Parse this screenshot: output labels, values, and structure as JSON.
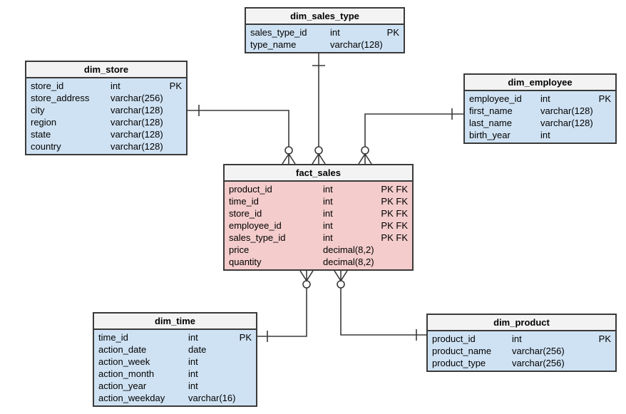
{
  "colors": {
    "background": "#ffffff",
    "dimension_fill": "#cfe2f3",
    "fact_fill": "#f4cccc",
    "header_fill": "#f3f3f3",
    "border": "#3a3a3a",
    "connector": "#3a3a3a"
  },
  "diagram": {
    "tables": [
      {
        "id": "dim_sales_type",
        "title": "dim_sales_type",
        "kind": "dimension",
        "columns": [
          {
            "name": "sales_type_id",
            "type": "int",
            "key": "PK"
          },
          {
            "name": "type_name",
            "type": "varchar(128)",
            "key": ""
          }
        ]
      },
      {
        "id": "dim_store",
        "title": "dim_store",
        "kind": "dimension",
        "columns": [
          {
            "name": "store_id",
            "type": "int",
            "key": "PK"
          },
          {
            "name": "store_address",
            "type": "varchar(256)",
            "key": ""
          },
          {
            "name": "city",
            "type": "varchar(128)",
            "key": ""
          },
          {
            "name": "region",
            "type": "varchar(128)",
            "key": ""
          },
          {
            "name": "state",
            "type": "varchar(128)",
            "key": ""
          },
          {
            "name": "country",
            "type": "varchar(128)",
            "key": ""
          }
        ]
      },
      {
        "id": "dim_employee",
        "title": "dim_employee",
        "kind": "dimension",
        "columns": [
          {
            "name": "employee_id",
            "type": "int",
            "key": "PK"
          },
          {
            "name": "first_name",
            "type": "varchar(128)",
            "key": ""
          },
          {
            "name": "last_name",
            "type": "varchar(128)",
            "key": ""
          },
          {
            "name": "birth_year",
            "type": "int",
            "key": ""
          }
        ]
      },
      {
        "id": "fact_sales",
        "title": "fact_sales",
        "kind": "fact",
        "columns": [
          {
            "name": "product_id",
            "type": "int",
            "key": "PK FK"
          },
          {
            "name": "time_id",
            "type": "int",
            "key": "PK FK"
          },
          {
            "name": "store_id",
            "type": "int",
            "key": "PK FK"
          },
          {
            "name": "employee_id",
            "type": "int",
            "key": "PK FK"
          },
          {
            "name": "sales_type_id",
            "type": "int",
            "key": "PK FK"
          },
          {
            "name": "price",
            "type": "decimal(8,2)",
            "key": ""
          },
          {
            "name": "quantity",
            "type": "decimal(8,2)",
            "key": ""
          }
        ]
      },
      {
        "id": "dim_time",
        "title": "dim_time",
        "kind": "dimension",
        "columns": [
          {
            "name": "time_id",
            "type": "int",
            "key": "PK"
          },
          {
            "name": "action_date",
            "type": "date",
            "key": ""
          },
          {
            "name": "action_week",
            "type": "int",
            "key": ""
          },
          {
            "name": "action_month",
            "type": "int",
            "key": ""
          },
          {
            "name": "action_year",
            "type": "int",
            "key": ""
          },
          {
            "name": "action_weekday",
            "type": "varchar(16)",
            "key": ""
          }
        ]
      },
      {
        "id": "dim_product",
        "title": "dim_product",
        "kind": "dimension",
        "columns": [
          {
            "name": "product_id",
            "type": "int",
            "key": "PK"
          },
          {
            "name": "product_name",
            "type": "varchar(256)",
            "key": ""
          },
          {
            "name": "product_type",
            "type": "varchar(256)",
            "key": ""
          }
        ]
      }
    ],
    "relationships": [
      {
        "from": "dim_sales_type",
        "to": "fact_sales",
        "from_cardinality": "one",
        "to_cardinality": "zero-or-many"
      },
      {
        "from": "dim_store",
        "to": "fact_sales",
        "from_cardinality": "one",
        "to_cardinality": "zero-or-many"
      },
      {
        "from": "dim_employee",
        "to": "fact_sales",
        "from_cardinality": "one",
        "to_cardinality": "zero-or-many"
      },
      {
        "from": "dim_time",
        "to": "fact_sales",
        "from_cardinality": "one",
        "to_cardinality": "zero-or-many"
      },
      {
        "from": "dim_product",
        "to": "fact_sales",
        "from_cardinality": "one",
        "to_cardinality": "zero-or-many"
      }
    ]
  }
}
